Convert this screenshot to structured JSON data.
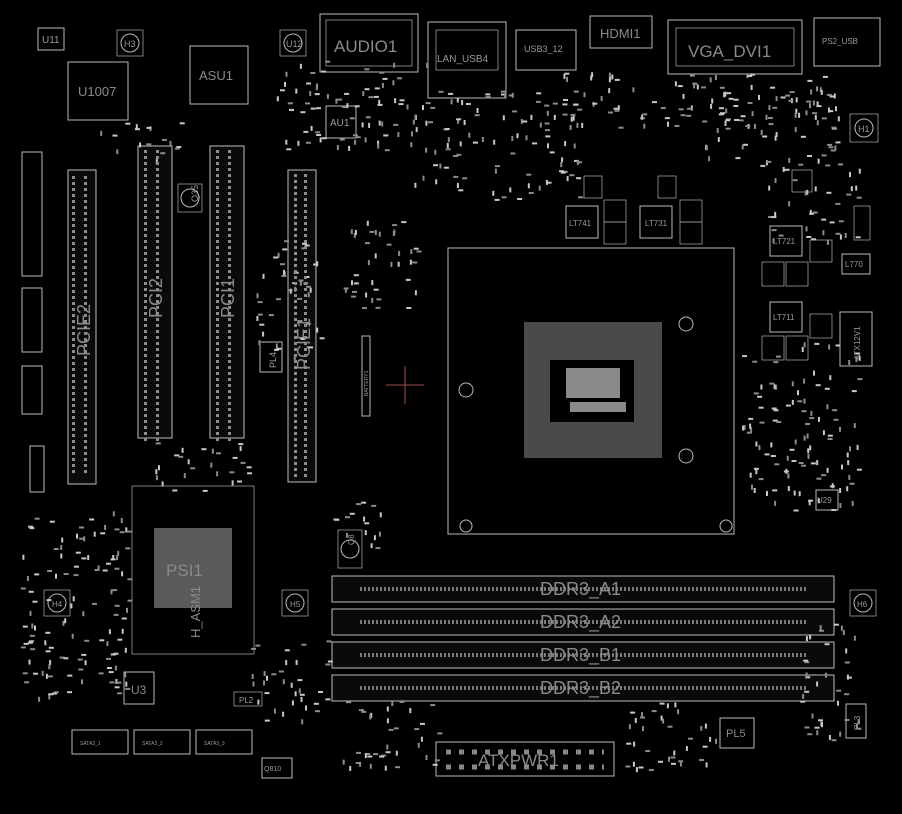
{
  "board": {
    "background": "#000000",
    "outline_color": "#b9b9b9",
    "label_color": "#8a8a8a",
    "components": {
      "u11": "U11",
      "u1007": "U1007",
      "asu1": "ASU1",
      "u12": "U12",
      "audio1": "AUDIO1",
      "lan_usb4": "LAN_USB4",
      "au1": "AU1",
      "usb": "USB3_12",
      "hdmi1": "HDMI1",
      "vga_dvi1": "VGA_DVI1",
      "ps2": "PS2_USB",
      "pcie2": "PCIE2",
      "pci2": "PCI2",
      "pci1": "PCI1",
      "q35": "Q35",
      "pcie1": "PCIE1",
      "pl4": "PL4",
      "battery": "BATTERY1",
      "lt741": "LT741",
      "lt731": "LT731",
      "lt721": "LT721",
      "lt711": "LT711",
      "l770": "L770",
      "atxpwr": "ATX12V1",
      "u29": "U29",
      "h1": "H1",
      "h3": "H3",
      "h4": "H4",
      "h6": "H6",
      "h5": "H5",
      "q8": "Q8",
      "psi1": "PSI1",
      "h_asm": "H_ASM1",
      "u3": "U3",
      "pl3": "PL3",
      "pl5": "PL5",
      "pl2": "PL2",
      "q810": "Q810",
      "atxpwr1": "ATXPWR1",
      "ddr3_a1": "DDR3_A1",
      "ddr3_a2": "DDR3_A2",
      "ddr3_b1": "DDR3_B1",
      "ddr3_b2": "DDR3_B2",
      "sata_a": "SATA3_1",
      "sata_b": "SATA3_2",
      "sata_c": "SATA3_3"
    }
  }
}
